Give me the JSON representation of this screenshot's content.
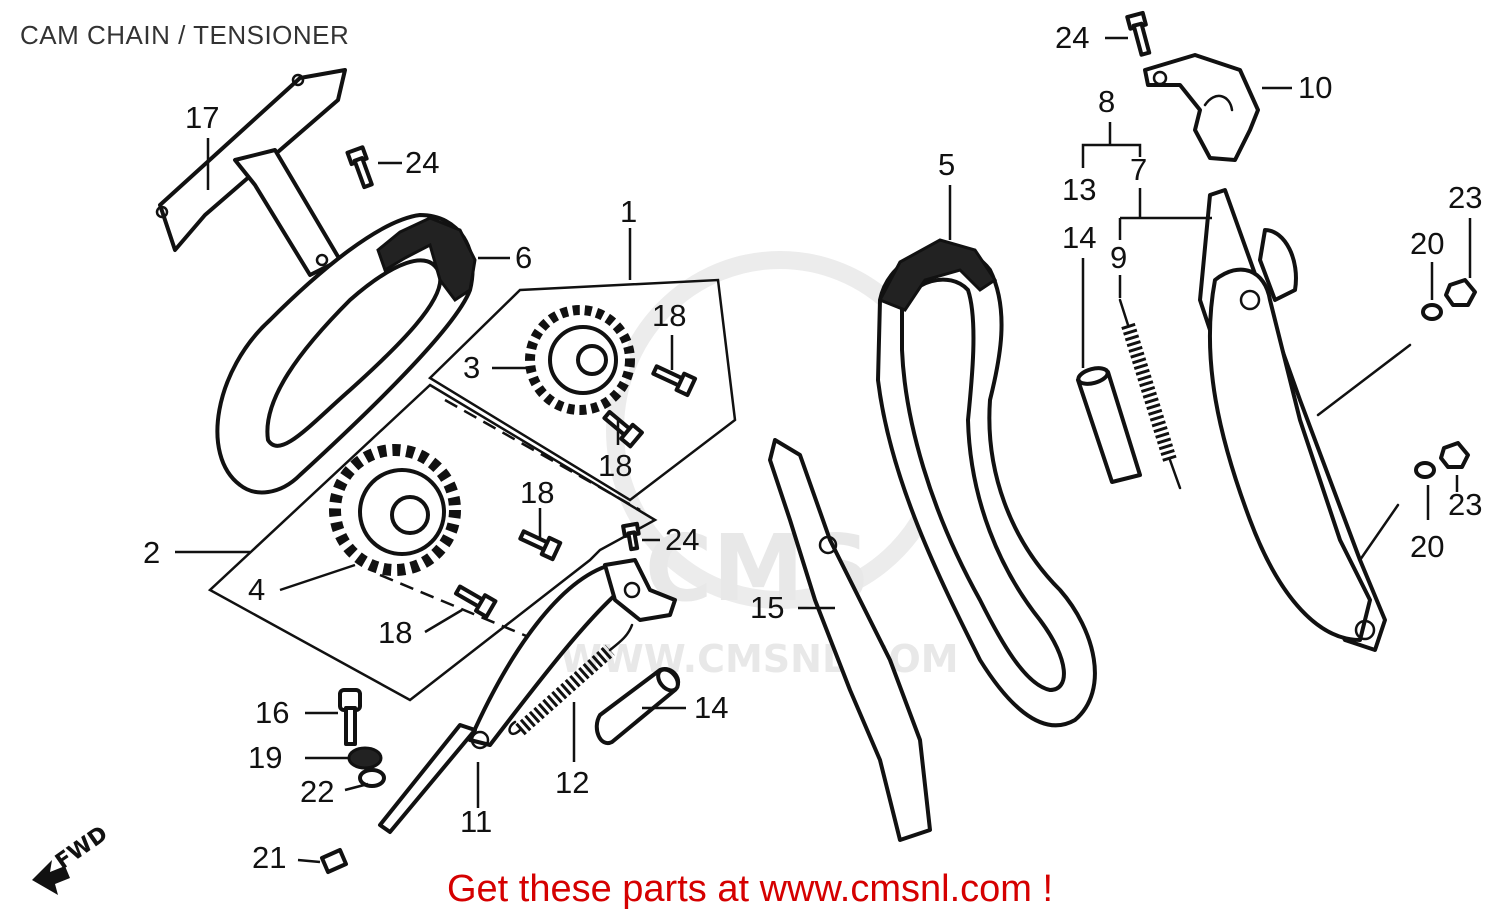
{
  "title": "CAM CHAIN / TENSIONER",
  "footer": "Get these parts at www.cmsnl.com !",
  "watermark": {
    "logo_text": "CMS",
    "url_text": "WWW.CMSNL.COM",
    "color": "#e8e8e8"
  },
  "fwd_label": "FWD",
  "accent_color": "#d50000",
  "callouts": [
    "1",
    "2",
    "3",
    "4",
    "5",
    "6",
    "7",
    "8",
    "9",
    "10",
    "11",
    "12",
    "13",
    "14",
    "14",
    "15",
    "16",
    "17",
    "18",
    "18",
    "18",
    "18",
    "19",
    "20",
    "20",
    "21",
    "22",
    "23",
    "23",
    "24",
    "24",
    "24"
  ]
}
